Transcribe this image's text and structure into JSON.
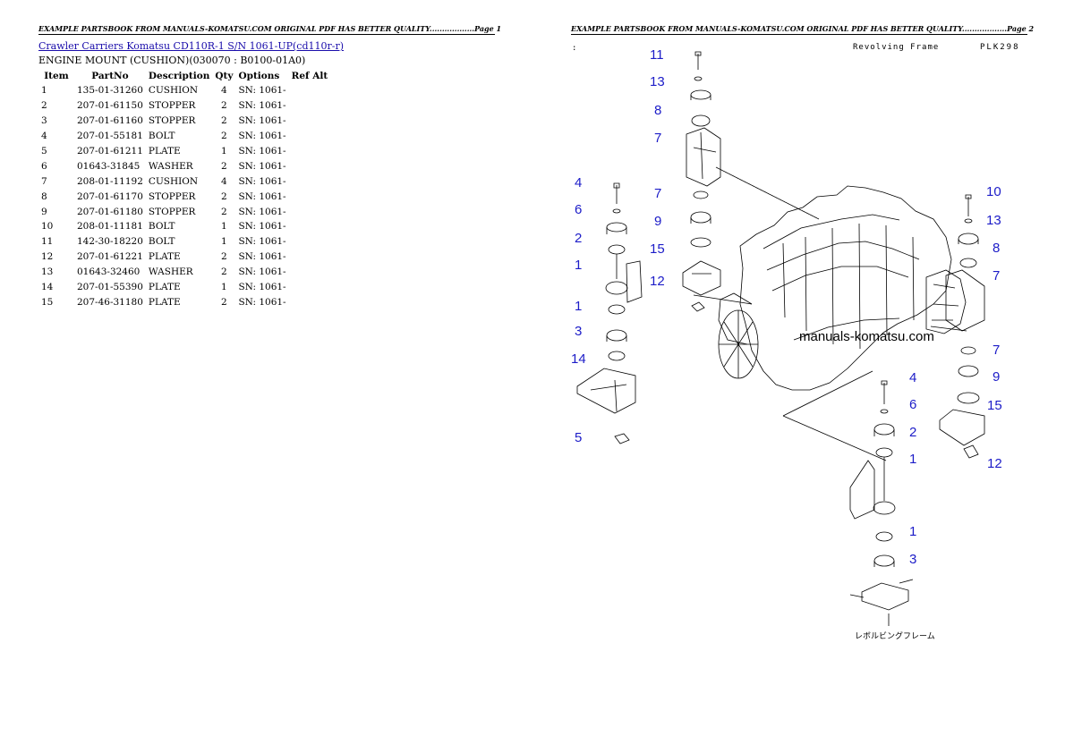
{
  "page1": {
    "header": "EXAMPLE PARTSBOOK FROM MANUALS-KOMATSU.COM ORIGINAL PDF HAS BETTER QUALITY..................Page 1",
    "breadcrumb": {
      "link1": "Crawler Carriers Komatsu",
      "link2": "CD110R-1 S/N 1061-UP(cd110r-r)"
    },
    "subtitle": "ENGINE MOUNT (CUSHION)(030070 : B0100-01A0)",
    "columns": [
      "Item",
      "PartNo",
      "Description",
      "Qty",
      "Options",
      "Ref Alt"
    ],
    "rows": [
      {
        "item": "1",
        "partno": "135-01-31260",
        "desc": "CUSHION",
        "qty": "4",
        "options": "SN: 1061-",
        "ref": ""
      },
      {
        "item": "2",
        "partno": "207-01-61150",
        "desc": "STOPPER",
        "qty": "2",
        "options": "SN: 1061-",
        "ref": ""
      },
      {
        "item": "3",
        "partno": "207-01-61160",
        "desc": "STOPPER",
        "qty": "2",
        "options": "SN: 1061-",
        "ref": ""
      },
      {
        "item": "4",
        "partno": "207-01-55181",
        "desc": "BOLT",
        "qty": "2",
        "options": "SN: 1061-",
        "ref": ""
      },
      {
        "item": "5",
        "partno": "207-01-61211",
        "desc": "PLATE",
        "qty": "1",
        "options": "SN: 1061-",
        "ref": ""
      },
      {
        "item": "6",
        "partno": "01643-31845",
        "desc": "WASHER",
        "qty": "2",
        "options": "SN: 1061-",
        "ref": ""
      },
      {
        "item": "7",
        "partno": "208-01-11192",
        "desc": "CUSHION",
        "qty": "4",
        "options": "SN: 1061-",
        "ref": ""
      },
      {
        "item": "8",
        "partno": "207-01-61170",
        "desc": "STOPPER",
        "qty": "2",
        "options": "SN: 1061-",
        "ref": ""
      },
      {
        "item": "9",
        "partno": "207-01-61180",
        "desc": "STOPPER",
        "qty": "2",
        "options": "SN: 1061-",
        "ref": ""
      },
      {
        "item": "10",
        "partno": "208-01-11181",
        "desc": "BOLT",
        "qty": "1",
        "options": "SN: 1061-",
        "ref": ""
      },
      {
        "item": "11",
        "partno": "142-30-18220",
        "desc": "BOLT",
        "qty": "1",
        "options": "SN: 1061-",
        "ref": ""
      },
      {
        "item": "12",
        "partno": "207-01-61221",
        "desc": "PLATE",
        "qty": "2",
        "options": "SN: 1061-",
        "ref": ""
      },
      {
        "item": "13",
        "partno": "01643-32460",
        "desc": "WASHER",
        "qty": "2",
        "options": "SN: 1061-",
        "ref": ""
      },
      {
        "item": "14",
        "partno": "207-01-55390",
        "desc": "PLATE",
        "qty": "1",
        "options": "SN: 1061-",
        "ref": ""
      },
      {
        "item": "15",
        "partno": "207-46-31180",
        "desc": "PLATE",
        "qty": "2",
        "options": "SN: 1061-",
        "ref": ""
      }
    ]
  },
  "page2": {
    "header": "EXAMPLE PARTSBOOK FROM MANUALS-KOMATSU.COM ORIGINAL PDF HAS BETTER QUALITY..................Page 2",
    "diagram": {
      "title": "Revolving Frame",
      "code": "PLK298",
      "corner_mark": ":",
      "watermark": "manuals-komatsu.com",
      "jp_label": "レボルビングフレーム",
      "callouts": {
        "c11a": "11",
        "c13a": "13",
        "c8a": "8",
        "c7a": "7",
        "c4a": "4",
        "c6a": "6",
        "c2a": "2",
        "c1a": "1",
        "c7b": "7",
        "c9a": "9",
        "c15a": "15",
        "c12a": "12",
        "c1b": "1",
        "c3a": "3",
        "c14": "14",
        "c5": "5",
        "c10": "10",
        "c13b": "13",
        "c8b": "8",
        "c7c": "7",
        "c7d": "7",
        "c9b": "9",
        "c15b": "15",
        "c12b": "12",
        "c4b": "4",
        "c6b": "6",
        "c2b": "2",
        "c1c": "1",
        "c1d": "1",
        "c3b": "3"
      }
    }
  }
}
